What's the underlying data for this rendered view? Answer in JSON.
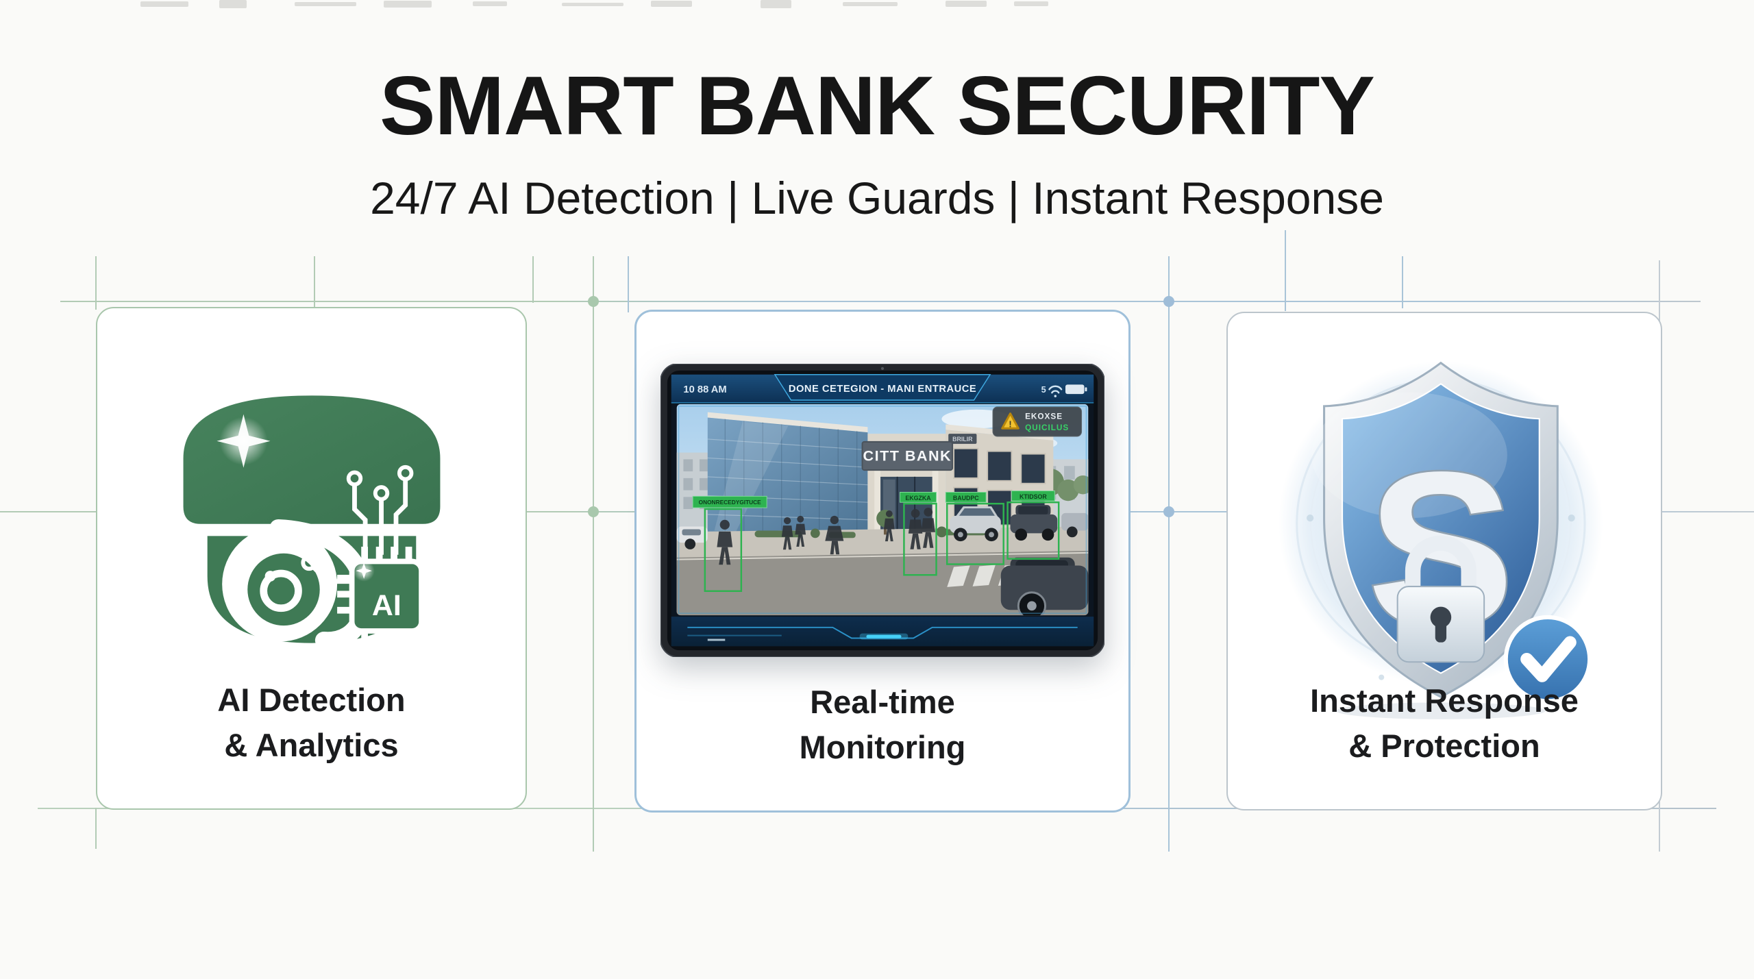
{
  "page": {
    "title": "SMART BANK SECURITY",
    "subtitle": "24/7 AI Detection | Live Guards | Instant Response"
  },
  "cards": [
    {
      "label_line1": "AI Detection",
      "label_line2": "& Analytics",
      "icon": "ai-camera-icon",
      "chip_label": "AI"
    },
    {
      "label_line1": "Real-time",
      "label_line2": "Monitoring",
      "icon": "monitoring-tablet",
      "tablet": {
        "time": "10 88 AM",
        "header_title": "DONE CETEGION - MANI ENTRAUCE",
        "signal_label": "5",
        "alert_line1": "EKOXSE",
        "alert_line2": "QUICILUS",
        "bank_sign": "CITT BANK",
        "side_sign": "BRILIR",
        "detection_labels": [
          "ONONRECEDYGITUCE",
          "EKGZKA",
          "BAUDPC",
          "KTIDSOR"
        ]
      }
    },
    {
      "label_line1": "Instant Response",
      "label_line2": "& Protection",
      "icon": "security-shield-icon",
      "shield_letter": "S"
    }
  ],
  "colors": {
    "icon_green": "#3f7a55",
    "detection_green": "#2eb350",
    "card_border_green": "#a9c6ac",
    "card_border_blue": "#9fc0da",
    "card_border_gray": "#bcc5cc",
    "alert_yellow": "#f2c230",
    "shield_blue": "#3f7fc0",
    "hud_cyan": "#41c8f5"
  }
}
